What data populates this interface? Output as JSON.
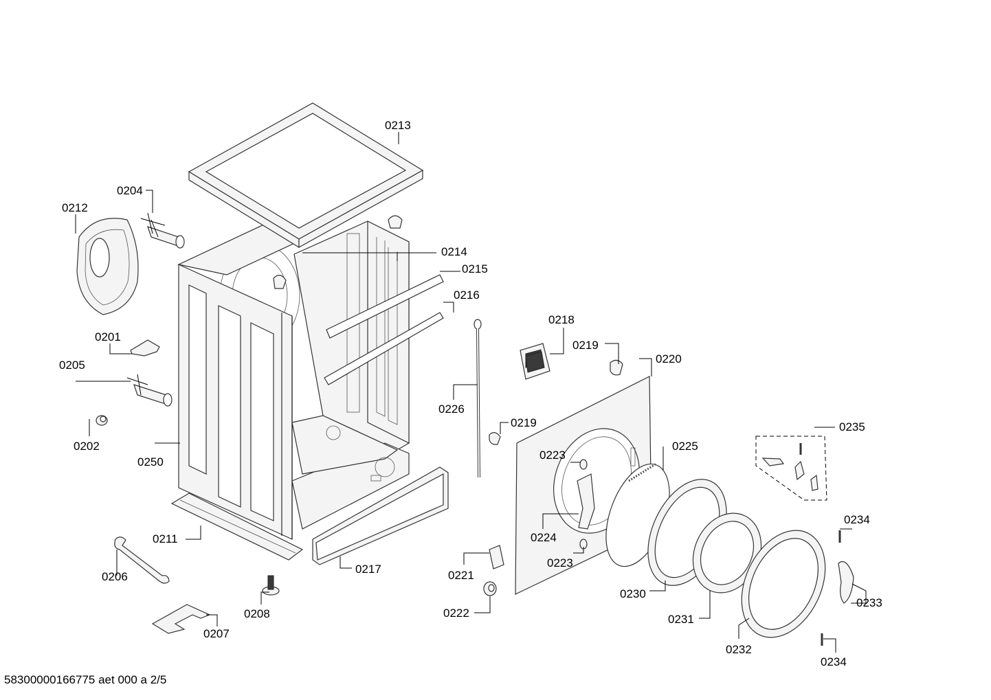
{
  "document_code": "58300000166775 aet 000 a 2/5",
  "part_labels": {
    "p0213": "0213",
    "p0204": "0204",
    "p0212": "0212",
    "p0214": "0214",
    "p0215": "0215",
    "p0216": "0216",
    "p0218": "0218",
    "p0219a": "0219",
    "p0220": "0220",
    "p0201": "0201",
    "p0205": "0205",
    "p0226": "0226",
    "p0219b": "0219",
    "p0235": "0235",
    "p0202": "0202",
    "p0223a": "0223",
    "p0225": "0225",
    "p0250": "0250",
    "p0234a": "0234",
    "p0224": "0224",
    "p0211": "0211",
    "p0223b": "0223",
    "p0217": "0217",
    "p0221": "0221",
    "p0206": "0206",
    "p0230": "0230",
    "p0233": "0233",
    "p0208": "0208",
    "p0222": "0222",
    "p0231": "0231",
    "p0207": "0207",
    "p0232": "0232",
    "p0234b": "0234"
  }
}
